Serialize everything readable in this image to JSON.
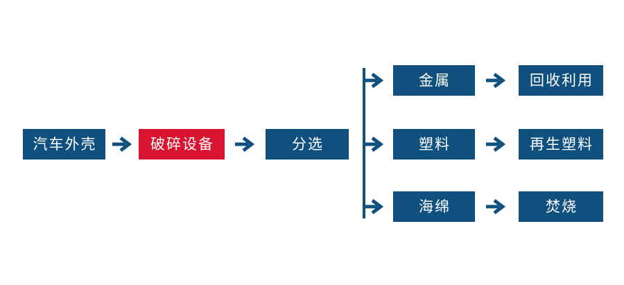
{
  "colors": {
    "background": "#FFFFFF",
    "node_blue": "#10507E",
    "node_red": "#D91430",
    "arrow": "#10507E",
    "text": "#FFFFFF"
  },
  "flow": {
    "source_label": "汽车外壳",
    "crusher_label": "破碎设备",
    "sorting_label": "分选"
  },
  "branches": [
    {
      "material": "金属",
      "result": "回收利用"
    },
    {
      "material": "塑料",
      "result": "再生塑料"
    },
    {
      "material": "海绵",
      "result": "焚烧"
    }
  ],
  "icons": {
    "arrow_right": "→"
  }
}
